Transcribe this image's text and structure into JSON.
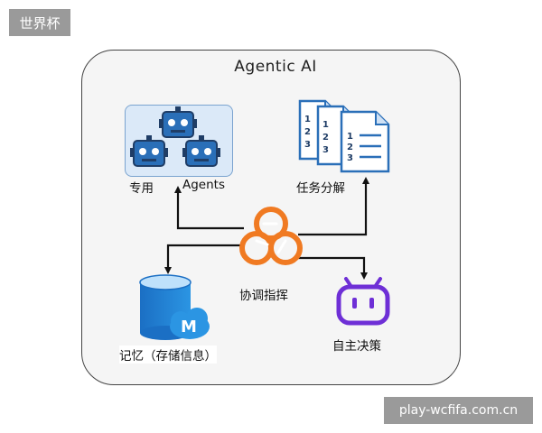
{
  "watermark": {
    "top_left": "世界杯",
    "bottom_right": "play-wcfifa.com.cn"
  },
  "diagram": {
    "title": "Agentic AI",
    "center_label": "协调指挥",
    "nodes": [
      {
        "id": "agents",
        "label_part1": "专用",
        "label_part2": "Agents",
        "icon": "robot-group-icon"
      },
      {
        "id": "tasks",
        "label": "任务分解",
        "icon": "numbered-documents-icon"
      },
      {
        "id": "memory",
        "label": "记忆（存储信息）",
        "icon": "database-icon"
      },
      {
        "id": "decision",
        "label": "自主决策",
        "icon": "bot-face-icon"
      }
    ],
    "badge_letter": "M",
    "list_numbers": [
      "1",
      "2",
      "3"
    ]
  },
  "colors": {
    "orange": "#f07a22",
    "blue": "#2a6fb8",
    "purple": "#6e2fd6",
    "azure": "#1e88d8"
  }
}
